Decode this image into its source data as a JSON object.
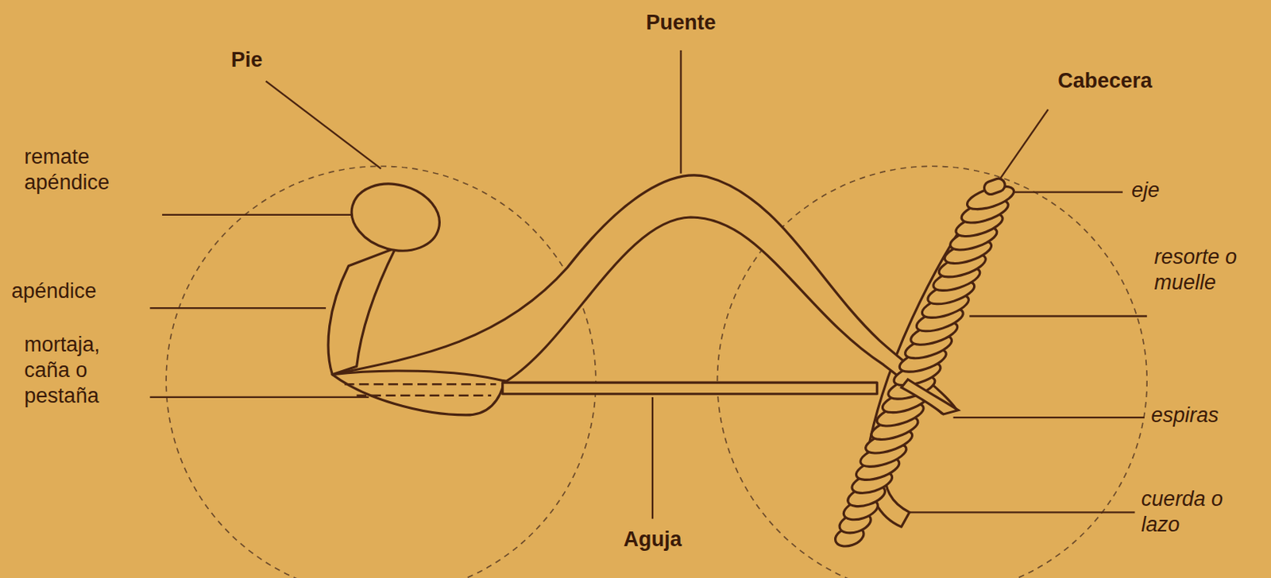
{
  "diagram": {
    "labels": [
      "Pie",
      "Puente",
      "Cabecera",
      "remate apéndice",
      "apéndice",
      "mortaja, caña o pestaña",
      "Aguja",
      "eje",
      "resorte o muelle",
      "espiras",
      "cuerda o lazo"
    ]
  }
}
